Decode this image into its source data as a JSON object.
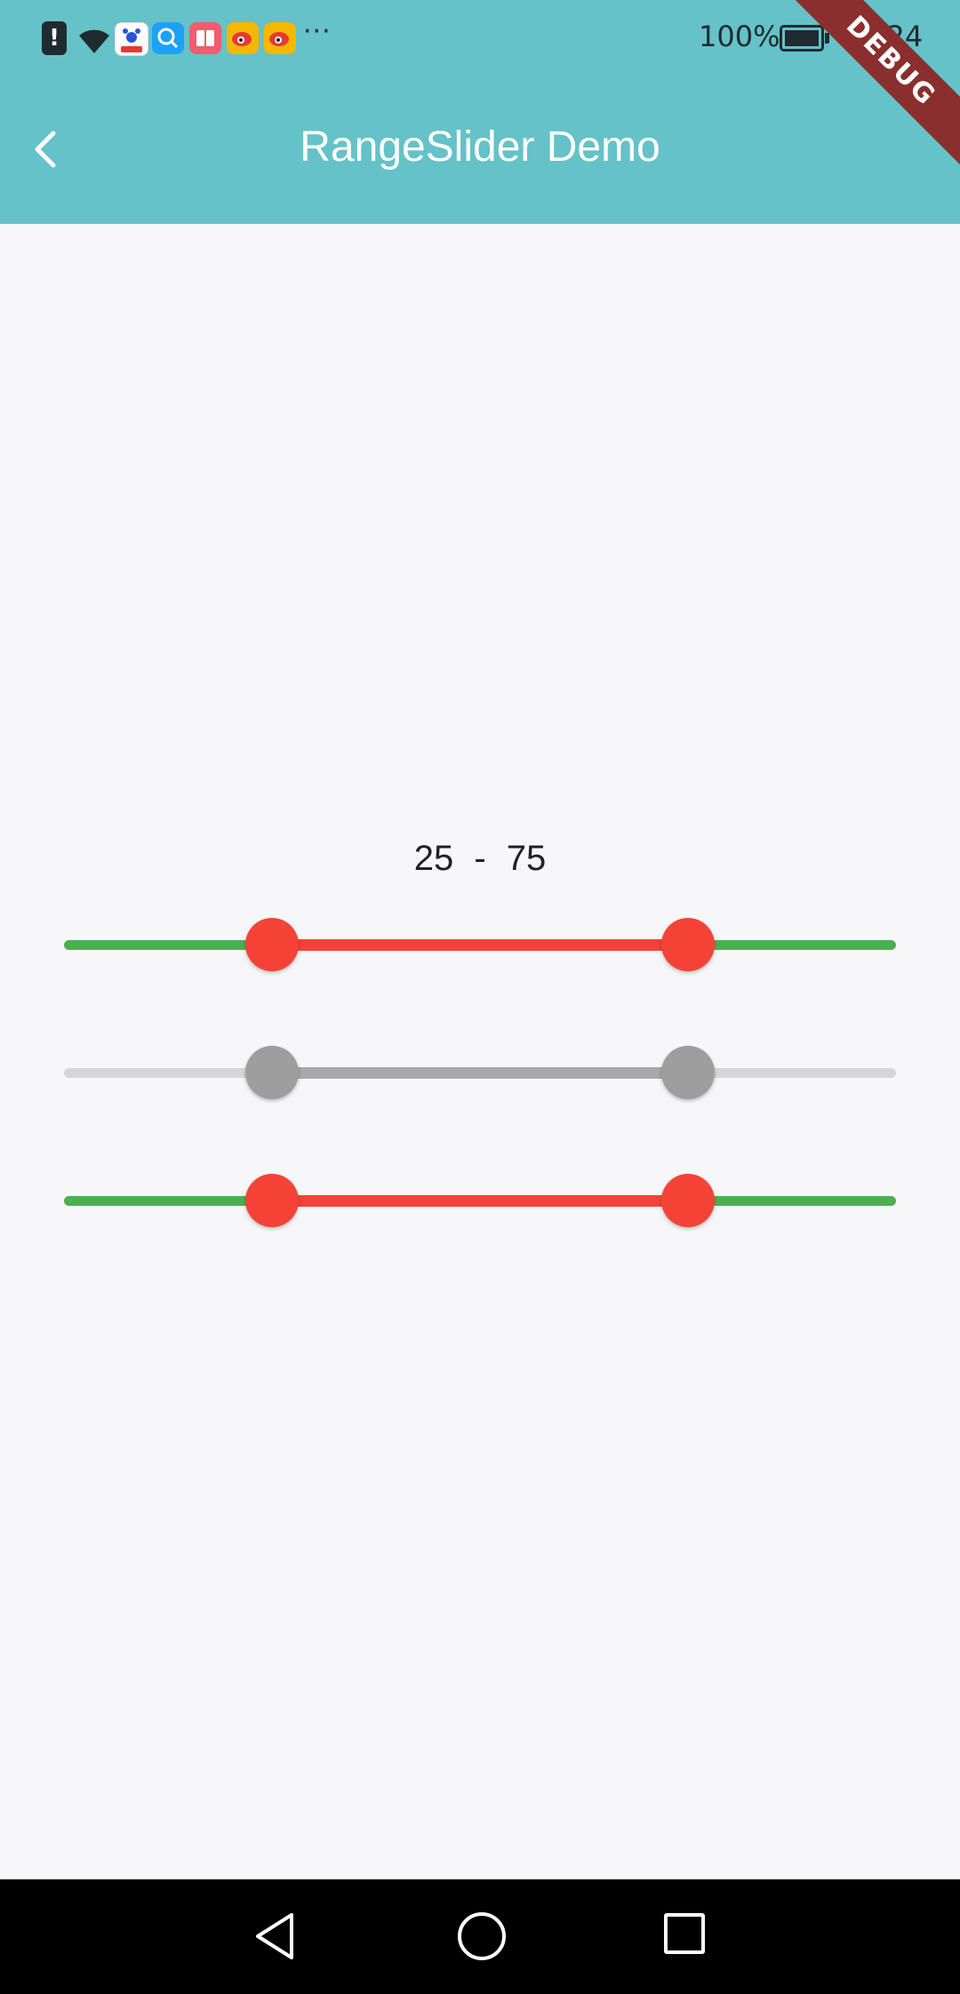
{
  "status_bar": {
    "notification_badge": "!",
    "app_icons": [
      "wifi-icon",
      "baidu-icon",
      "search-app-icon",
      "reader-icon",
      "weibo-icon",
      "weibo-icon"
    ],
    "more_label": "···",
    "battery_percent": "100%",
    "battery_level": 1.0,
    "time": "00:24"
  },
  "header": {
    "title": "RangeSlider Demo",
    "debug_banner": "DEBUG",
    "background_color": "#64C2C8"
  },
  "range": {
    "lower": 25,
    "upper": 75,
    "min": 0,
    "max": 100,
    "label": "25  -  75"
  },
  "sliders": [
    {
      "name": "range-slider-1",
      "lower": 25,
      "upper": 75,
      "inactive_color": "#4CAF50",
      "active_color": "#F44336",
      "thumb_color": "#F44336"
    },
    {
      "name": "range-slider-2",
      "lower": 25,
      "upper": 75,
      "inactive_color": "#D6D6D6",
      "active_color": "#A9A9A9",
      "thumb_color": "#9E9E9E"
    },
    {
      "name": "range-slider-3",
      "lower": 25,
      "upper": 75,
      "inactive_color": "#4CAF50",
      "active_color": "#F44336",
      "thumb_color": "#F44336"
    }
  ],
  "nav_bar": {
    "icons": [
      "back-triangle-icon",
      "home-circle-icon",
      "recents-square-icon"
    ]
  }
}
